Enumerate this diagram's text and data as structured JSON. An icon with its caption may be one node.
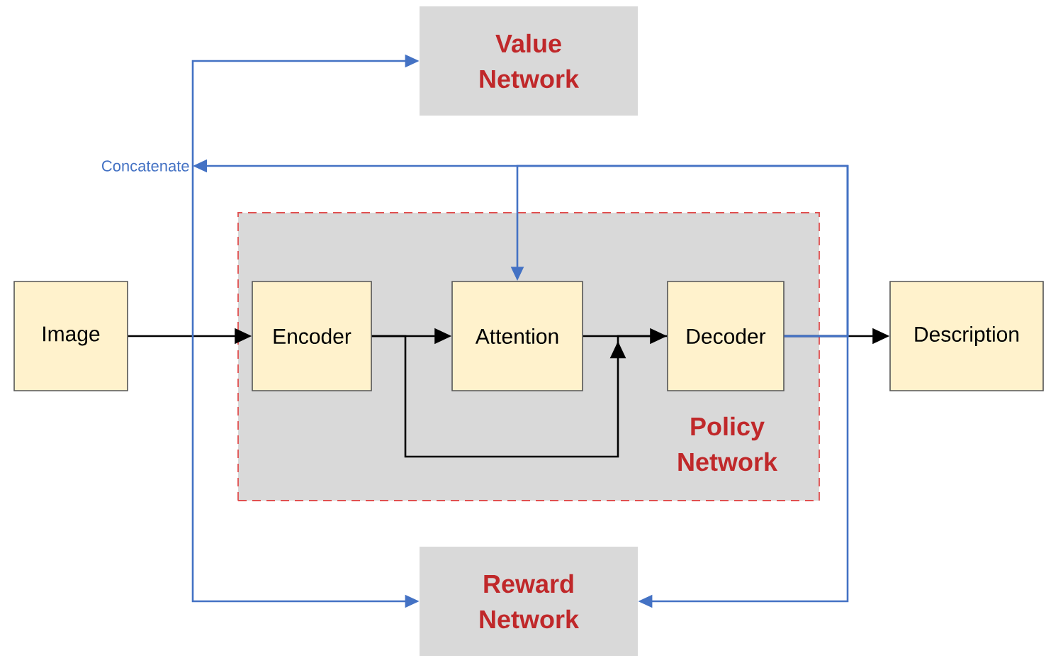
{
  "diagram": {
    "nodes": [
      {
        "text": [
          "Value Network"
        ]
      },
      {
        "text": [
          "Concatenate"
        ]
      },
      {
        "text": [
          "Policy Network"
        ]
      },
      {
        "text": [
          "Image"
        ]
      },
      {
        "text": [
          "Encoder"
        ],
        "in": 2
      },
      {
        "text": [
          "Attention"
        ],
        "in": 2
      },
      {
        "text": [
          "Decoder"
        ],
        "in": 2
      },
      {
        "text": [
          "Description"
        ]
      },
      {
        "text": [
          "Reward Network"
        ]
      }
    ],
    "edges": [
      {
        "from": 3,
        "to": 4,
        "arrow": "to"
      },
      {
        "from": 4,
        "to": 5,
        "arrow": "to"
      },
      {
        "from": 5,
        "to": 6,
        "arrow": "to"
      },
      {
        "from": 4,
        "to": 6,
        "arrow": "to"
      },
      {
        "from": 6,
        "to": 7,
        "arrow": "to"
      },
      {
        "from": 6,
        "to": 1,
        "arrow": "to",
        "color": "#4472c4"
      },
      {
        "from": 6,
        "to": 5,
        "arrow": "to",
        "color": "#4472c4"
      },
      {
        "from": 6,
        "to": 8,
        "arrow": "to",
        "color": "#4472c4"
      },
      {
        "from": 1,
        "to": 0,
        "arrow": "to",
        "color": "#4472c4"
      },
      {
        "from": 1,
        "to": 8,
        "arrow": "to",
        "color": "#4472c4"
      }
    ]
  }
}
